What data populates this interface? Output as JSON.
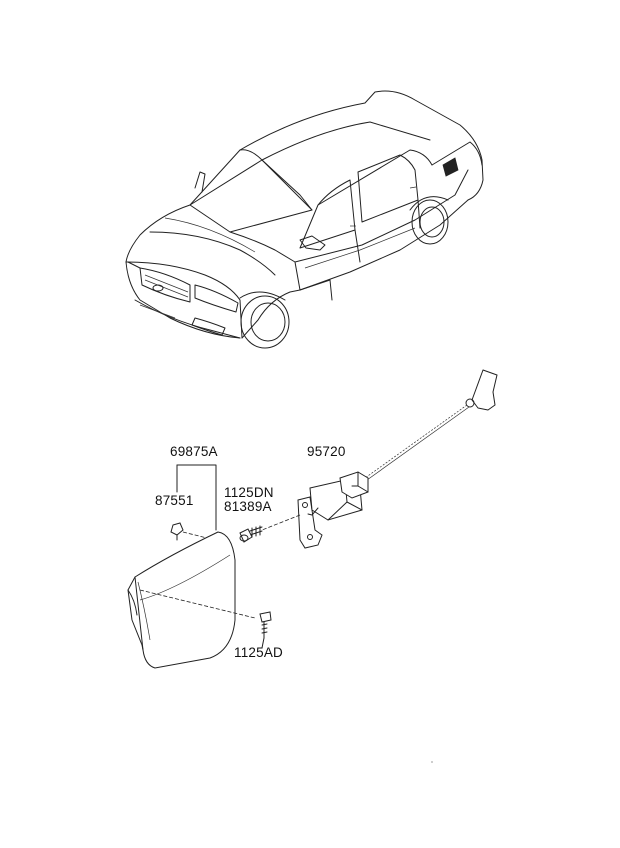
{
  "parts": {
    "p69875A": "69875A",
    "p87551": "87551",
    "p1125DN": "1125DN",
    "p81389A": "81389A",
    "p95720": "95720",
    "p1125AD": "1125AD"
  },
  "colors": {
    "line": "#222222",
    "background": "#ffffff"
  }
}
